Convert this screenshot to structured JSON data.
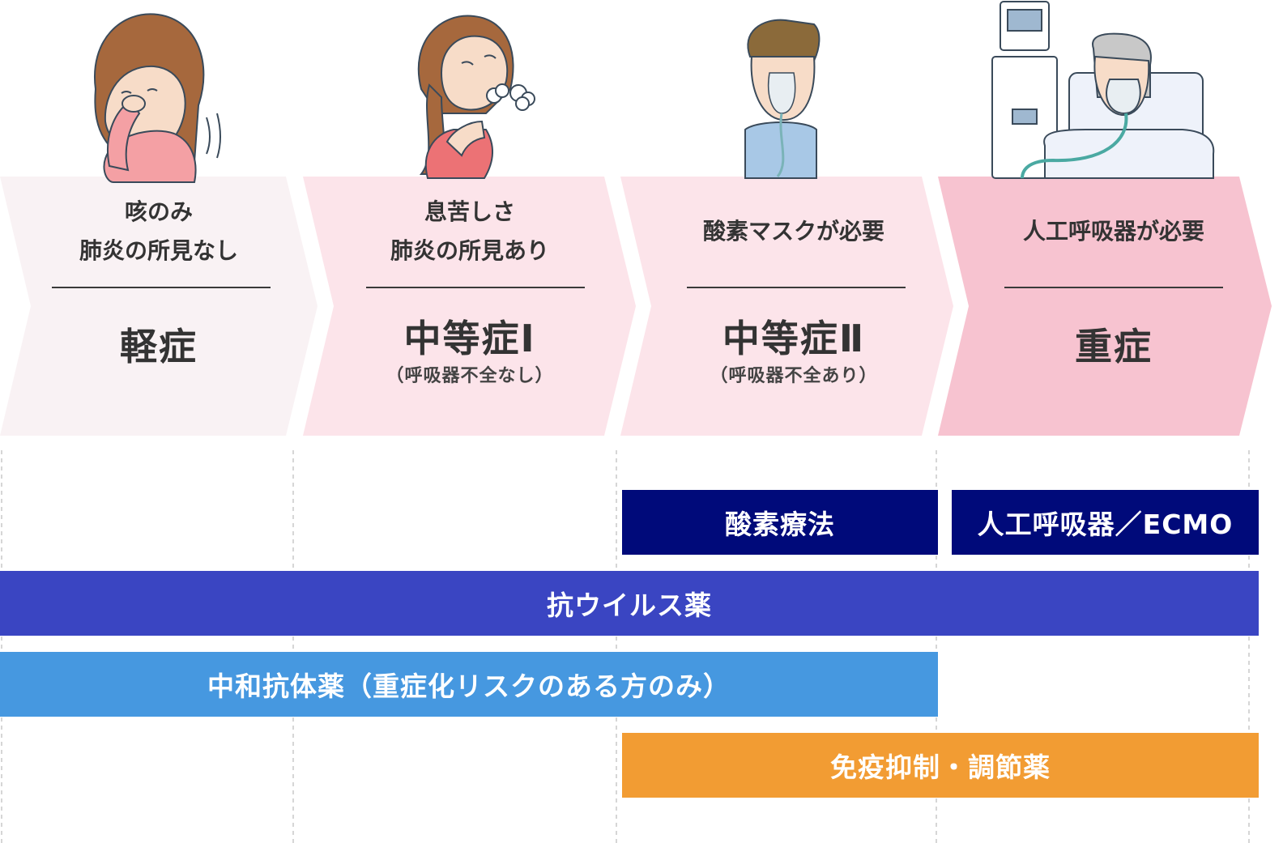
{
  "stages": [
    {
      "desc": [
        "咳のみ",
        "肺炎の所見なし"
      ],
      "level": "軽症",
      "sub": ""
    },
    {
      "desc": [
        "息苦しさ",
        "肺炎の所見あり"
      ],
      "level": "中等症Ⅰ",
      "sub": "（呼吸器不全なし）"
    },
    {
      "desc": [
        "酸素マスクが必要"
      ],
      "level": "中等症Ⅱ",
      "sub": "（呼吸器不全あり）"
    },
    {
      "desc": [
        "人工呼吸器が必要"
      ],
      "level": "重症",
      "sub": ""
    }
  ],
  "treatments": {
    "oxygen": "酸素療法",
    "ventilator": "人工呼吸器／ECMO",
    "antiviral": "抗ウイルス薬",
    "antibody": "中和抗体薬（重症化リスクのある方のみ）",
    "immuno": "免疫抑制・調節薬"
  },
  "colors": {
    "stage1": "#f9f2f4",
    "stage2": "#fce4ea",
    "stage3": "#fce4ea",
    "stage4": "#f7c3d0",
    "oxygen": "#000a7a",
    "ventilator": "#000a7a",
    "antiviral": "#3a45c2",
    "antibody": "#4698e0",
    "immuno": "#f29c33"
  }
}
